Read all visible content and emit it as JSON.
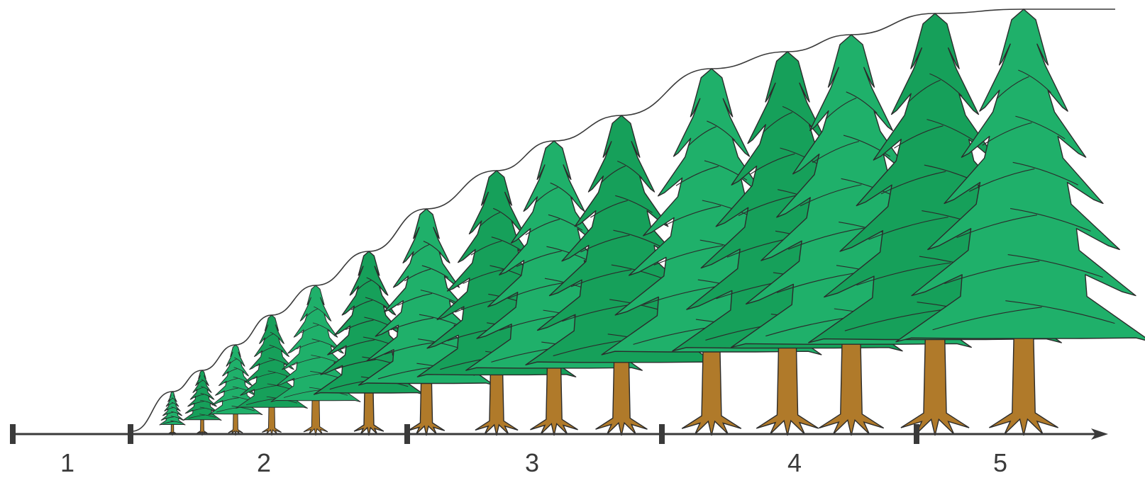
{
  "diagram": {
    "stage_labels": [
      "1",
      "2",
      "3",
      "4",
      "5"
    ],
    "trees": [
      {
        "height_fraction": 0.1
      },
      {
        "height_fraction": 0.15
      },
      {
        "height_fraction": 0.21
      },
      {
        "height_fraction": 0.28
      },
      {
        "height_fraction": 0.35
      },
      {
        "height_fraction": 0.43
      },
      {
        "height_fraction": 0.53
      },
      {
        "height_fraction": 0.62
      },
      {
        "height_fraction": 0.69
      },
      {
        "height_fraction": 0.75
      },
      {
        "height_fraction": 0.86
      },
      {
        "height_fraction": 0.9
      },
      {
        "height_fraction": 0.94
      },
      {
        "height_fraction": 0.99
      },
      {
        "height_fraction": 1.0
      }
    ],
    "colors": {
      "foliage": "#16a05a",
      "foliage_light": "#1fb06a",
      "trunk": "#b07a2a",
      "outline": "#2b2b2b",
      "axis": "#3a3a3a",
      "curve": "#3a3a3a"
    }
  }
}
